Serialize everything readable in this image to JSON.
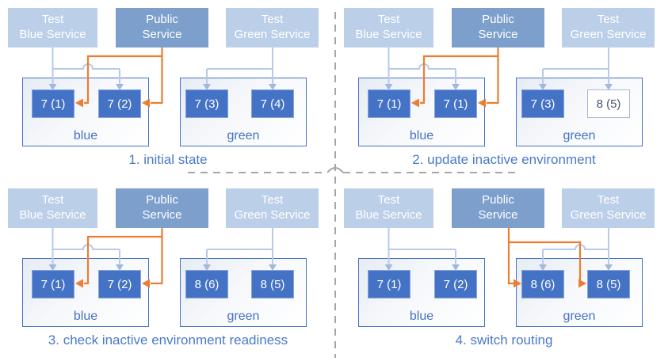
{
  "colors": {
    "service_test_fill": "#BCCFE8",
    "service_public_fill": "#7C9FCC",
    "service_text": "#FFFFFF",
    "node_fill": "#4472C4",
    "node_text": "#FFFFFF",
    "node_updating_fill": "#FFFFFF",
    "node_updating_border": "#A9B7D8",
    "node_updating_text": "#44546A",
    "env_border": "#4472C4",
    "env_label_text": "#4472C4",
    "connector_test": "#B7CBE8",
    "connector_test_arrow": "#9FB9DF",
    "connector_public": "#ED7D31",
    "caption_text": "#4B79C9",
    "divider": "#A6A6A6"
  },
  "services": [
    {
      "id": "test-blue",
      "type": "test",
      "lines": [
        "Test",
        "Blue Service"
      ]
    },
    {
      "id": "public",
      "type": "public",
      "lines": [
        "Public",
        "Service"
      ]
    },
    {
      "id": "test-green",
      "type": "test",
      "lines": [
        "Test",
        "Green Service"
      ]
    }
  ],
  "panels": [
    {
      "caption": "1. initial state",
      "public_route": "blue",
      "blue_env": {
        "label": "blue",
        "nodes": [
          {
            "text": "7 (1)",
            "variant": "filled"
          },
          {
            "text": "7 (2)",
            "variant": "filled"
          }
        ]
      },
      "green_env": {
        "label": "green",
        "nodes": [
          {
            "text": "7 (3)",
            "variant": "filled"
          },
          {
            "text": "7 (4)",
            "variant": "filled"
          }
        ]
      }
    },
    {
      "caption": "2. update inactive environment",
      "public_route": "blue",
      "blue_env": {
        "label": "blue",
        "nodes": [
          {
            "text": "7 (1)",
            "variant": "filled"
          },
          {
            "text": "7 (1)",
            "variant": "filled"
          }
        ]
      },
      "green_env": {
        "label": "green",
        "nodes": [
          {
            "text": "7 (3)",
            "variant": "filled"
          },
          {
            "text": "8 (5)",
            "variant": "outlined"
          }
        ]
      }
    },
    {
      "caption": "3. check inactive environment readiness",
      "public_route": "blue",
      "blue_env": {
        "label": "blue",
        "nodes": [
          {
            "text": "7 (1)",
            "variant": "filled"
          },
          {
            "text": "7 (2)",
            "variant": "filled"
          }
        ]
      },
      "green_env": {
        "label": "green",
        "nodes": [
          {
            "text": "8 (6)",
            "variant": "filled"
          },
          {
            "text": "8 (5)",
            "variant": "filled"
          }
        ]
      }
    },
    {
      "caption": "4. switch routing",
      "public_route": "green",
      "blue_env": {
        "label": "blue",
        "nodes": [
          {
            "text": "7 (1)",
            "variant": "filled"
          },
          {
            "text": "7 (2)",
            "variant": "filled"
          }
        ]
      },
      "green_env": {
        "label": "green",
        "nodes": [
          {
            "text": "8 (6)",
            "variant": "filled"
          },
          {
            "text": "8 (5)",
            "variant": "filled"
          }
        ]
      }
    }
  ]
}
